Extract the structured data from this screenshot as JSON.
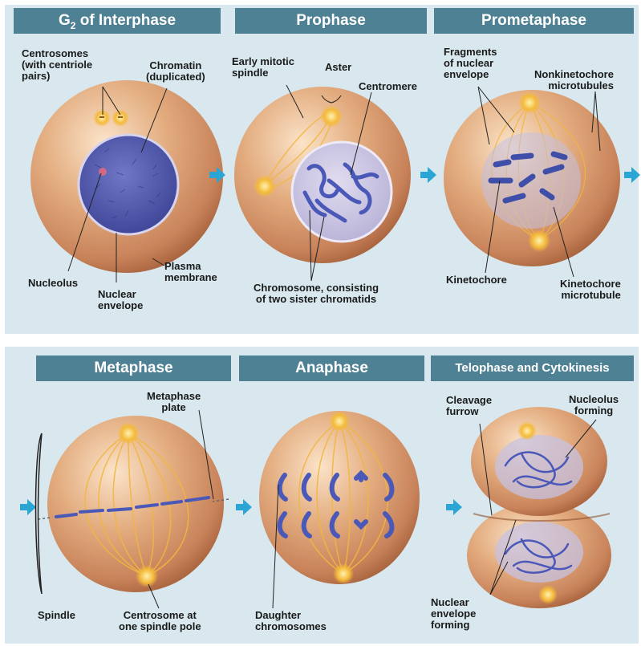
{
  "panels": {
    "g2": {
      "title": "G2 of Interphase",
      "title_main": "G",
      "title_sub": "2",
      "title_rest": " of Interphase",
      "labels": {
        "centrosomes": "Centrosomes\n(with centriole\npairs)",
        "chromatin": "Chromatin\n(duplicated)",
        "nucleolus": "Nucleolus",
        "nuclear_envelope": "Nuclear\nenvelope",
        "plasma_membrane": "Plasma\nmembrane"
      }
    },
    "prophase": {
      "title": "Prophase",
      "labels": {
        "early_spindle": "Early mitotic\nspindle",
        "aster": "Aster",
        "centromere": "Centromere",
        "chromosome": "Chromosome, consisting\nof two sister chromatids"
      }
    },
    "prometaphase": {
      "title": "Prometaphase",
      "labels": {
        "fragments": "Fragments\nof nuclear\nenvelope",
        "nonkinetochore": "Nonkinetochore\nmicrotubules",
        "kinetochore": "Kinetochore",
        "kinetochore_mt": "Kinetochore\nmicrotubule"
      }
    },
    "metaphase": {
      "title": "Metaphase",
      "labels": {
        "metaphase_plate": "Metaphase\nplate",
        "spindle": "Spindle",
        "centrosome_pole": "Centrosome at\none spindle pole"
      }
    },
    "anaphase": {
      "title": "Anaphase",
      "labels": {
        "daughter": "Daughter\nchromosomes"
      }
    },
    "telophase": {
      "title": "Telophase and Cytokinesis",
      "labels": {
        "cleavage": "Cleavage\nfurrow",
        "nucleolus_forming": "Nucleolus\nforming",
        "envelope_forming": "Nuclear\nenvelope\nforming"
      }
    }
  },
  "colors": {
    "panel_bg": "#d8e8ee",
    "banner": "#4f8194",
    "cell": "#d89c6e",
    "nucleus": "#4d54a6",
    "chromosome": "#4a58b8",
    "spindle": "#f1b640",
    "centrosome": "#f4ba3a",
    "arrow": "#2aa5d4"
  }
}
